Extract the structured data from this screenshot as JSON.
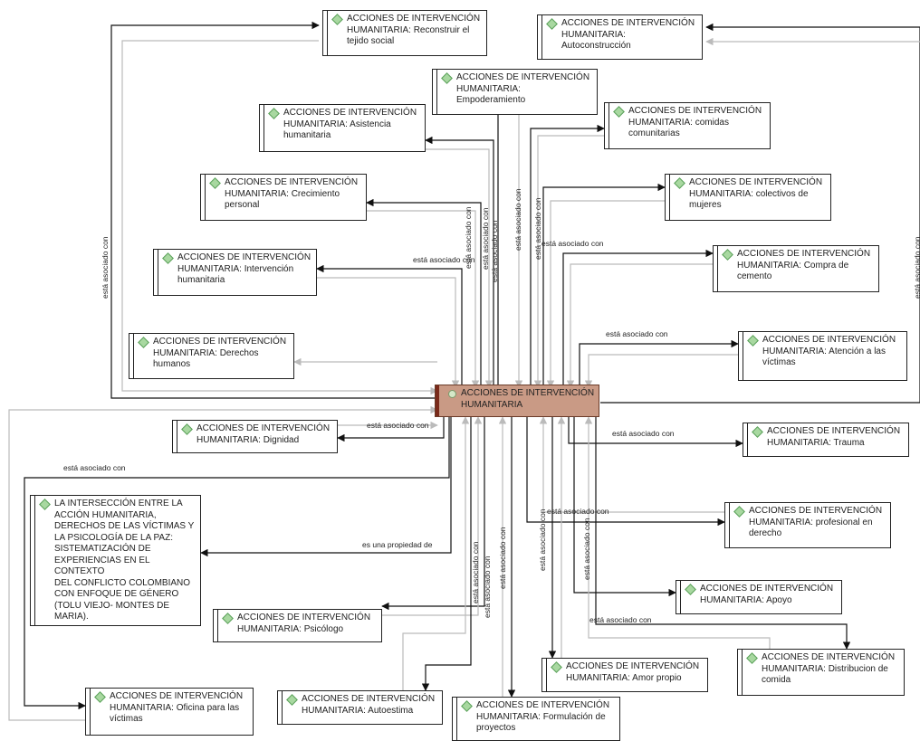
{
  "central": "ACCIONES DE INTERVENCIÓN\nHUMANITARIA",
  "nodes": [
    {
      "id": "reconstruir",
      "text": "ACCIONES DE INTERVENCIÓN\nHUMANITARIA: Reconstruir el\ntejido social"
    },
    {
      "id": "autoconstruccion",
      "text": "ACCIONES DE INTERVENCIÓN\nHUMANITARIA:\nAutoconstrucción"
    },
    {
      "id": "empoderamiento",
      "text": "ACCIONES DE INTERVENCIÓN\nHUMANITARIA:\nEmpoderamiento"
    },
    {
      "id": "asistencia",
      "text": "ACCIONES DE INTERVENCIÓN\nHUMANITARIA: Asistencia\nhumanitaria"
    },
    {
      "id": "comidas",
      "text": "ACCIONES DE INTERVENCIÓN\nHUMANITARIA: comidas\ncomunitarias"
    },
    {
      "id": "crecimiento",
      "text": "ACCIONES DE INTERVENCIÓN\nHUMANITARIA: Crecimiento\npersonal"
    },
    {
      "id": "colectivos",
      "text": "ACCIONES DE INTERVENCIÓN\nHUMANITARIA: colectivos de\nmujeres"
    },
    {
      "id": "intervencion",
      "text": "ACCIONES DE INTERVENCIÓN\nHUMANITARIA: Intervención\nhumanitaria"
    },
    {
      "id": "cemento",
      "text": "ACCIONES DE INTERVENCIÓN\nHUMANITARIA: Compra de\ncemento"
    },
    {
      "id": "derechos",
      "text": "ACCIONES DE INTERVENCIÓN\nHUMANITARIA: Derechos\nhumanos"
    },
    {
      "id": "atencion",
      "text": "ACCIONES DE INTERVENCIÓN\nHUMANITARIA: Atención a las\nvíctimas"
    },
    {
      "id": "dignidad",
      "text": "ACCIONES DE INTERVENCIÓN\nHUMANITARIA: Dignidad"
    },
    {
      "id": "trauma",
      "text": "ACCIONES DE INTERVENCIÓN\nHUMANITARIA: Trauma"
    },
    {
      "id": "interseccion",
      "text": "LA INTERSECCIÓN ENTRE LA\nACCIÓN HUMANITARIA,\nDERECHOS DE LAS VÍCTIMAS Y\nLA PSICOLOGÍA DE LA PAZ:\nSISTEMATIZACIÓN DE\nEXPERIENCIAS EN EL CONTEXTO\nDEL CONFLICTO COLOMBIANO\nCON ENFOQUE DE GÉNERO\n(TOLU VIEJO- MONTES DE\nMARIA)."
    },
    {
      "id": "profesional",
      "text": "ACCIONES DE INTERVENCIÓN\nHUMANITARIA: profesional en\nderecho"
    },
    {
      "id": "apoyo",
      "text": "ACCIONES DE INTERVENCIÓN\nHUMANITARIA: Apoyo"
    },
    {
      "id": "psicologo",
      "text": "ACCIONES DE INTERVENCIÓN\nHUMANITARIA: Psicólogo"
    },
    {
      "id": "distribucion",
      "text": "ACCIONES DE INTERVENCIÓN\nHUMANITARIA: Distribucion de\ncomida"
    },
    {
      "id": "amor",
      "text": "ACCIONES DE INTERVENCIÓN\nHUMANITARIA: Amor propio"
    },
    {
      "id": "oficina",
      "text": "ACCIONES DE INTERVENCIÓN\nHUMANITARIA: Oficina para las\nvíctimas"
    },
    {
      "id": "autoestima",
      "text": "ACCIONES DE INTERVENCIÓN\nHUMANITARIA: Autoestima"
    },
    {
      "id": "formulacion",
      "text": "ACCIONES DE INTERVENCIÓN\nHUMANITARIA: Formulación de\nproyectos"
    }
  ],
  "relations": {
    "associated": "está asociado con",
    "property": "es una propiedad de"
  },
  "colors": {
    "central_fill": "#c99a85",
    "central_border": "#6a3a28",
    "edge_dark": "#111111",
    "edge_light": "#bbbbbb",
    "icon_green": "#a8d8a0"
  }
}
